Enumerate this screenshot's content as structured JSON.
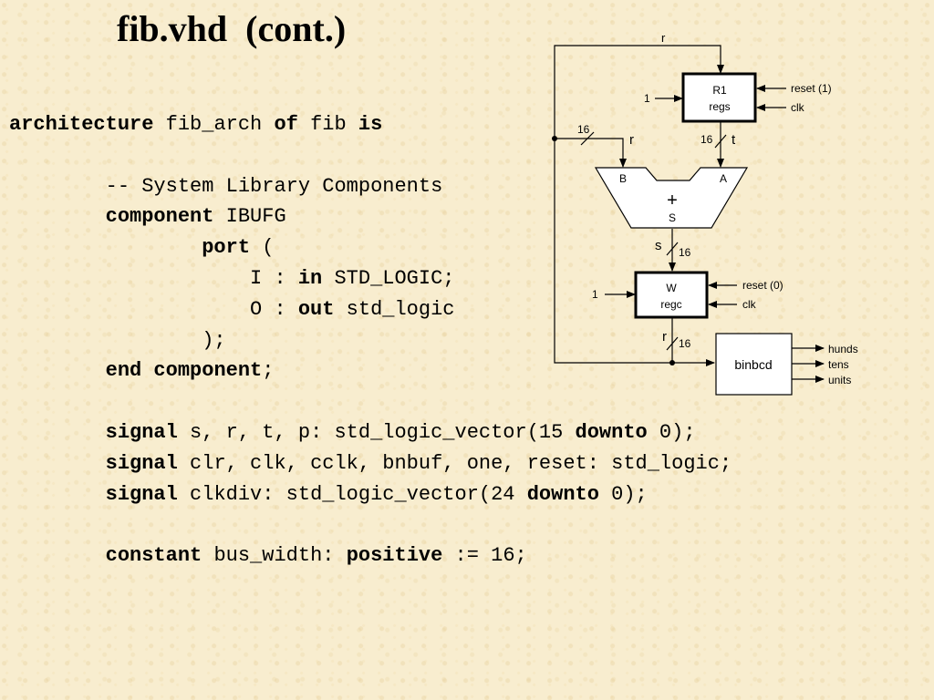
{
  "slide": {
    "title": "fib.vhd  (cont.)"
  },
  "code": {
    "lines": [
      {
        "segments": [
          {
            "t": "architecture",
            "kw": true
          },
          {
            "t": " fib_arch "
          },
          {
            "t": "of",
            "kw": true
          },
          {
            "t": " fib "
          },
          {
            "t": "is",
            "kw": true
          }
        ]
      },
      {
        "segments": [
          {
            "t": ""
          }
        ]
      },
      {
        "segments": [
          {
            "t": "        -- System Library Components"
          }
        ]
      },
      {
        "segments": [
          {
            "t": "        "
          },
          {
            "t": "component",
            "kw": true
          },
          {
            "t": " IBUFG"
          }
        ]
      },
      {
        "segments": [
          {
            "t": "                "
          },
          {
            "t": "port",
            "kw": true
          },
          {
            "t": " ("
          }
        ]
      },
      {
        "segments": [
          {
            "t": "                    I : "
          },
          {
            "t": "in",
            "kw": true
          },
          {
            "t": " STD_LOGIC;"
          }
        ]
      },
      {
        "segments": [
          {
            "t": "                    O : "
          },
          {
            "t": "out",
            "kw": true
          },
          {
            "t": " std_logic"
          }
        ]
      },
      {
        "segments": [
          {
            "t": "                );"
          }
        ]
      },
      {
        "segments": [
          {
            "t": "        "
          },
          {
            "t": "end component",
            "kw": true
          },
          {
            "t": ";"
          }
        ]
      },
      {
        "segments": [
          {
            "t": ""
          }
        ]
      },
      {
        "segments": [
          {
            "t": "        "
          },
          {
            "t": "signal",
            "kw": true
          },
          {
            "t": " s, r, t, p: std_logic_vector(15 "
          },
          {
            "t": "downto",
            "kw": true
          },
          {
            "t": " 0);"
          }
        ]
      },
      {
        "segments": [
          {
            "t": "        "
          },
          {
            "t": "signal",
            "kw": true
          },
          {
            "t": " clr, clk, cclk, bnbuf, one, reset: std_logic;"
          }
        ]
      },
      {
        "segments": [
          {
            "t": "        "
          },
          {
            "t": "signal",
            "kw": true
          },
          {
            "t": " clkdiv: std_logic_vector(24 "
          },
          {
            "t": "downto",
            "kw": true
          },
          {
            "t": " 0);"
          }
        ]
      },
      {
        "segments": [
          {
            "t": ""
          }
        ]
      },
      {
        "segments": [
          {
            "t": "        "
          },
          {
            "t": "constant",
            "kw": true
          },
          {
            "t": " bus_width: "
          },
          {
            "t": "positive",
            "kw": true
          },
          {
            "t": " := 16;"
          }
        ]
      }
    ]
  },
  "diagram": {
    "r1": {
      "name": "R1",
      "sub": "regs"
    },
    "r1_in": "1",
    "r1_reset": "reset  (1)",
    "r1_clk": "clk",
    "adder": {
      "plus": "+",
      "s": "S",
      "b": "B",
      "a": "A"
    },
    "w": {
      "name": "W",
      "sub": "regc"
    },
    "w_in": "1",
    "w_reset": "reset  (0)",
    "w_clk": "clk",
    "binbcd": "binbcd",
    "outputs": [
      "hunds",
      "tens",
      "units"
    ],
    "sig_r_top": "r",
    "sig_r_b": "r",
    "sig_t": "t",
    "sig_s": "s",
    "sig_r_out": "r",
    "width_b": "16",
    "width_a": "16",
    "width_s": "16",
    "width_r": "16"
  }
}
